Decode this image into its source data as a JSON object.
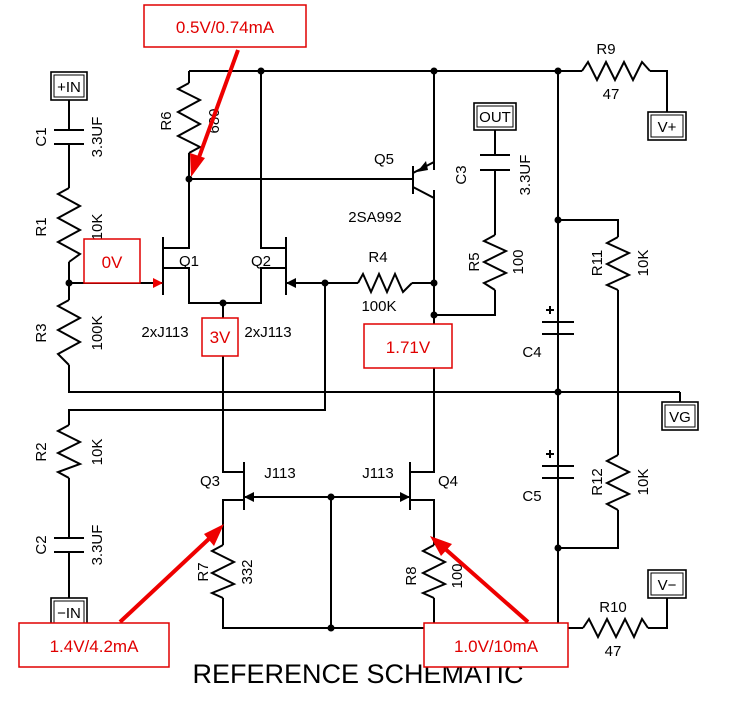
{
  "title": "REFERENCE SCHEMATIC",
  "ports": {
    "in_pos": "+IN",
    "in_neg": "−IN",
    "out": "OUT",
    "v_pos": "V+",
    "v_neg": "V−",
    "vg": "VG"
  },
  "components": {
    "c1": {
      "ref": "C1",
      "value": "3.3UF"
    },
    "c2": {
      "ref": "C2",
      "value": "3.3UF"
    },
    "c3": {
      "ref": "C3",
      "value": "3.3UF"
    },
    "c4": {
      "ref": "C4"
    },
    "c5": {
      "ref": "C5"
    },
    "r1": {
      "ref": "R1",
      "value": "10K"
    },
    "r2": {
      "ref": "R2",
      "value": "10K"
    },
    "r3": {
      "ref": "R3",
      "value": "100K"
    },
    "r4": {
      "ref": "R4",
      "value": "100K"
    },
    "r5": {
      "ref": "R5",
      "value": "100"
    },
    "r6": {
      "ref": "R6",
      "value": "680"
    },
    "r7": {
      "ref": "R7",
      "value": "332"
    },
    "r8": {
      "ref": "R8",
      "value": "100"
    },
    "r9": {
      "ref": "R9",
      "value": "47"
    },
    "r10": {
      "ref": "R10",
      "value": "47"
    },
    "r11": {
      "ref": "R11",
      "value": "10K"
    },
    "r12": {
      "ref": "R12",
      "value": "10K"
    },
    "q1": {
      "ref": "Q1"
    },
    "q2": {
      "ref": "Q2"
    },
    "q3": {
      "ref": "Q3"
    },
    "q4": {
      "ref": "Q4"
    },
    "q5": {
      "ref": "Q5",
      "part": "2SA992"
    },
    "q12_part_left": "2xJ113",
    "q12_part_right": "2xJ113",
    "q3_part": "J113",
    "q4_part": "J113"
  },
  "annotations": {
    "r6_node": "0.5V/0.74mA",
    "q1_gate": "0V",
    "q12_source": "3V",
    "r4_node": "1.71V",
    "r7_node": "1.4V/4.2mA",
    "r8_node": "1.0V/10mA"
  },
  "colors": {
    "annotation": "#e00000",
    "ink": "#000000",
    "background": "#ffffff"
  }
}
